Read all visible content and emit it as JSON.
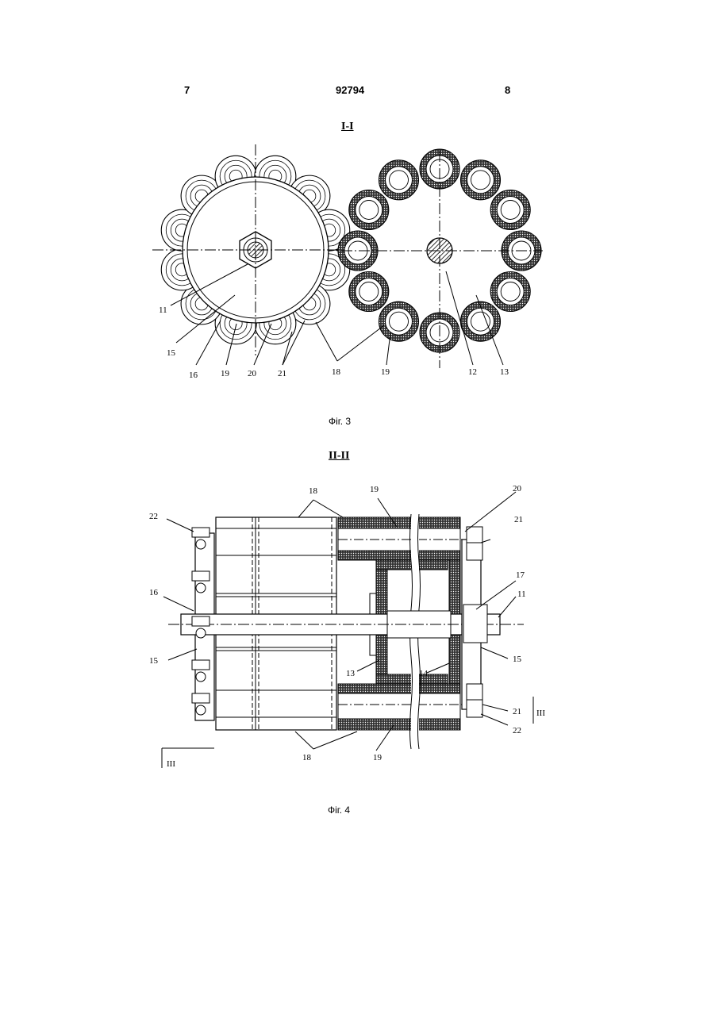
{
  "header": {
    "left_page": "7",
    "patent_number": "92794",
    "right_page": "8"
  },
  "fig3": {
    "section_label": "I-I",
    "caption": "Фіг. 3",
    "labels": {
      "l11": "11",
      "l15": "15",
      "l16": "16",
      "l19a": "19",
      "l20": "20",
      "l21": "21",
      "l18": "18",
      "l19b": "19",
      "l12": "12",
      "l13": "13"
    }
  },
  "fig4": {
    "section_label": "II-II",
    "caption": "Фіг. 4",
    "labels": {
      "l18top": "18",
      "l19top": "19",
      "l20": "20",
      "l22top": "22",
      "l21top": "21",
      "l16": "16",
      "l17": "17",
      "l11": "11",
      "l15left": "15",
      "l15right": "15",
      "l13": "13",
      "l14": "14",
      "l21bot": "21",
      "l22bot": "22",
      "l18bot": "18",
      "l19bot": "19",
      "l3left": "III",
      "l3right": "III"
    }
  }
}
